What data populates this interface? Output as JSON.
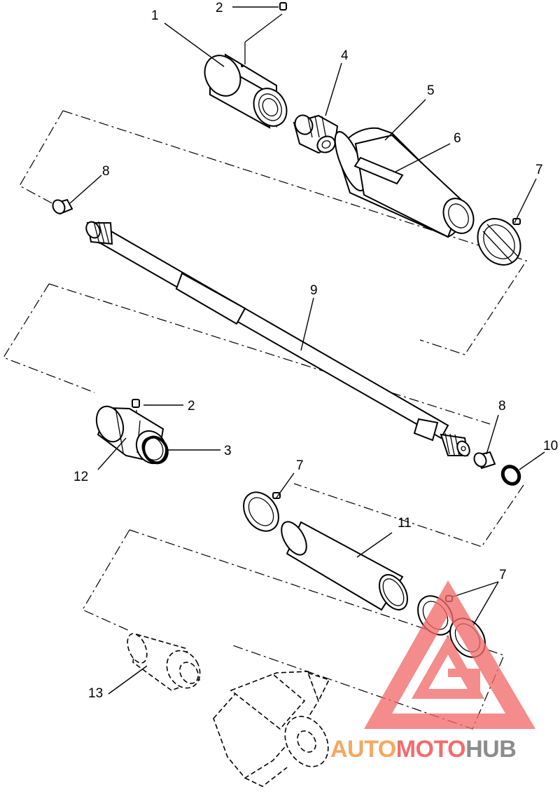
{
  "diagram": {
    "callouts": [
      {
        "id": "c1",
        "label": "1"
      },
      {
        "id": "c2a",
        "label": "2"
      },
      {
        "id": "c2b",
        "label": "2"
      },
      {
        "id": "c3",
        "label": "3"
      },
      {
        "id": "c4",
        "label": "4"
      },
      {
        "id": "c5",
        "label": "5"
      },
      {
        "id": "c6",
        "label": "6"
      },
      {
        "id": "c7a",
        "label": "7"
      },
      {
        "id": "c7b",
        "label": "7"
      },
      {
        "id": "c7c",
        "label": "7"
      },
      {
        "id": "c8a",
        "label": "8"
      },
      {
        "id": "c8b",
        "label": "8"
      },
      {
        "id": "c9",
        "label": "9"
      },
      {
        "id": "c10",
        "label": "10"
      },
      {
        "id": "c11",
        "label": "11"
      },
      {
        "id": "c12",
        "label": "12"
      },
      {
        "id": "c13",
        "label": "13"
      }
    ]
  },
  "watermark": {
    "part1": "AUTO",
    "part2": "MOTO",
    "part3": "HUB",
    "colors": {
      "orange": "#f5a860",
      "red": "#f26c6c",
      "gray": "#8c8c8c"
    }
  }
}
